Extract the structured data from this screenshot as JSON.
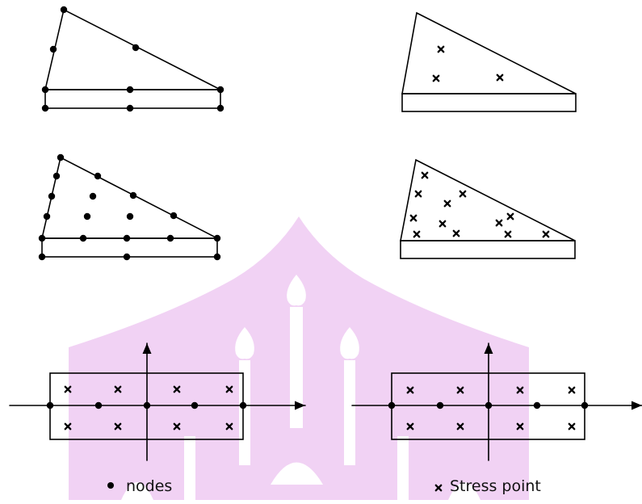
{
  "colors": {
    "ink": "#000000",
    "watermark": "#f1d2f4",
    "panel_fill": "#ffffff"
  },
  "watermark": {
    "description": "institutional logo watermark (dome and towers)"
  },
  "legend": {
    "nodes_label": "nodes",
    "stress_label": "Stress point"
  }
}
